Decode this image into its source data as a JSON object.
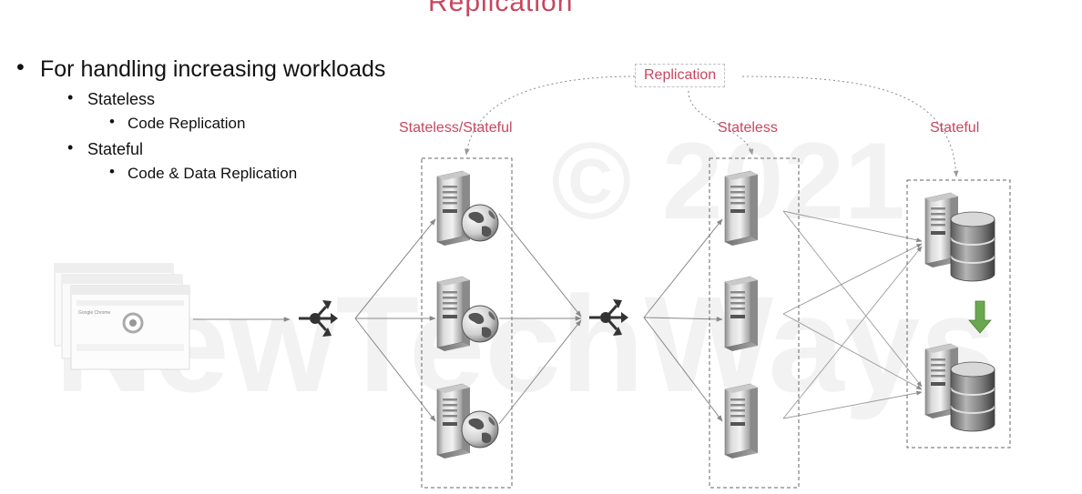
{
  "slide": {
    "title_fragment": "Replication"
  },
  "bullets": {
    "level1": "For handling increasing workloads",
    "stateless": "Stateless",
    "stateless_detail": "Code Replication",
    "stateful": "Stateful",
    "stateful_detail": "Code & Data Replication"
  },
  "diagram": {
    "replication_label": "Replication",
    "tier1_label": "Stateless/Stateful",
    "tier2_label": "Stateless",
    "tier3_label": "Stateful",
    "browser_caption": "Google Chrome"
  },
  "watermark": {
    "copyright": "© 2021",
    "brand": "NewTechWays"
  },
  "colors": {
    "accent": "#c8465f",
    "arrow_green": "#6aa84f",
    "line": "#9a9a9a",
    "dashed_box": "#666666"
  },
  "icons": [
    "browser-window-icon",
    "load-balancer-icon",
    "web-server-icon",
    "app-server-icon",
    "database-server-icon",
    "down-arrow-icon"
  ]
}
